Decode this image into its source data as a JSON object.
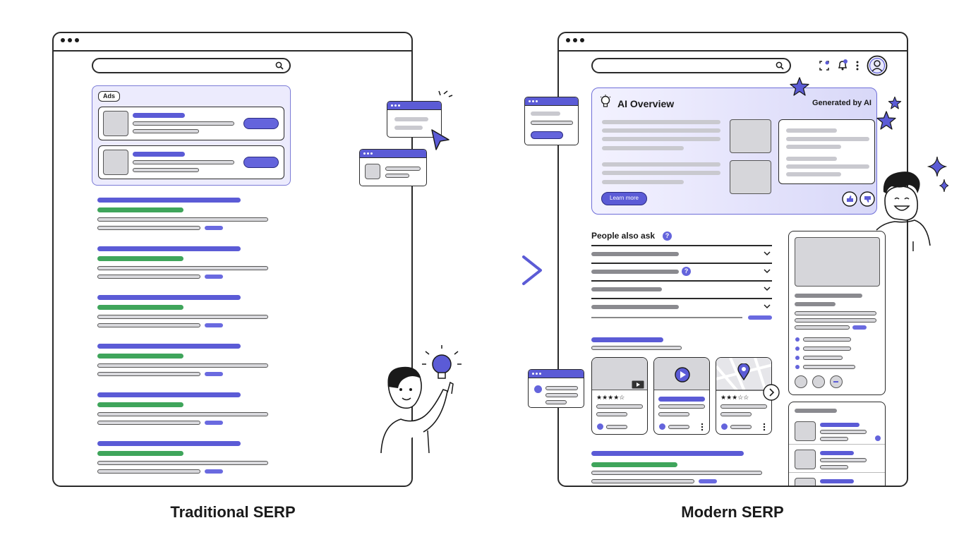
{
  "left_panel": {
    "caption": "Traditional SERP",
    "ads_label": "Ads"
  },
  "right_panel": {
    "caption": "Modern SERP",
    "ai_overview": {
      "title": "AI Overview",
      "generated": "Generated by AI",
      "learn_more": "Learn more"
    },
    "people_also_ask": {
      "title": "People also ask",
      "question_mark": "?"
    },
    "ratings": [
      "★★★★☆",
      "★★★☆☆"
    ]
  },
  "colors": {
    "accent": "#5b5bd6",
    "green": "#3fa55b",
    "outline": "#2a2a2a"
  },
  "icons": [
    "search-icon",
    "lightbulb-icon",
    "cursor-icon",
    "sparkle-icon",
    "bell-icon",
    "avatar-icon",
    "play-icon",
    "map-pin-icon",
    "thumbs-up-icon",
    "thumbs-down-icon",
    "chevron-down-icon",
    "arrow-right-icon"
  ]
}
